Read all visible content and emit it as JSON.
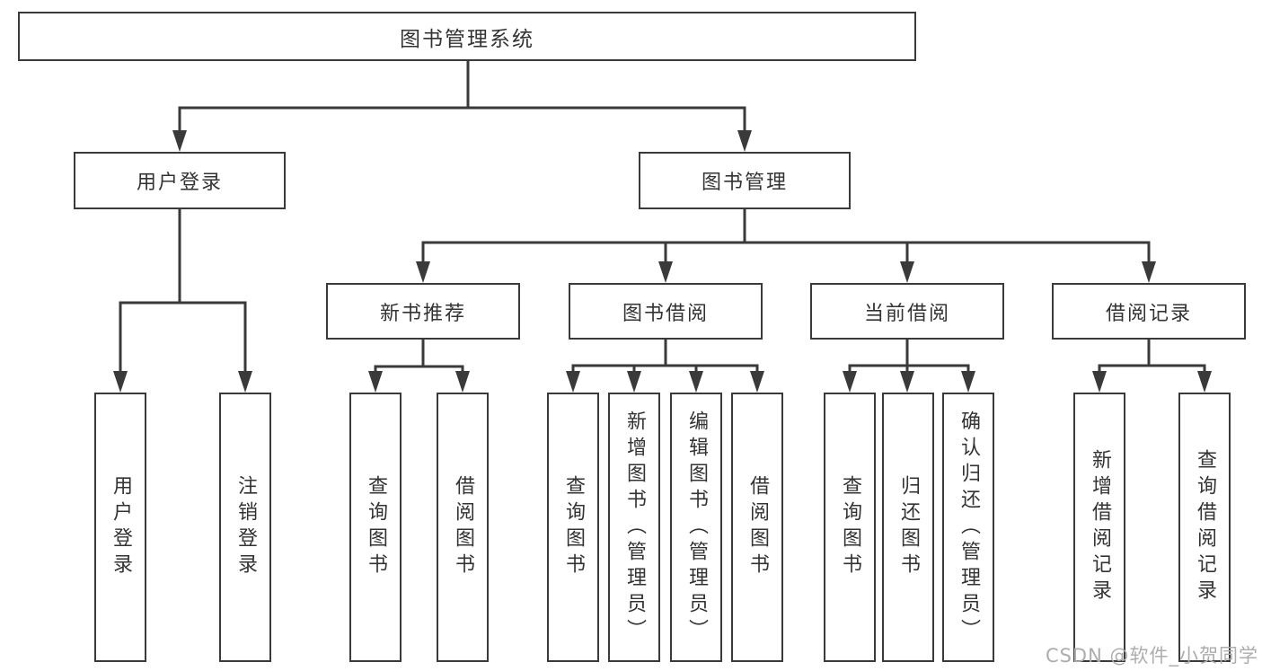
{
  "diagram": {
    "root": {
      "label": "图书管理系统"
    },
    "level2": {
      "user_login": {
        "label": "用户登录"
      },
      "book_management": {
        "label": "图书管理"
      }
    },
    "level3": {
      "new_book_recommend": {
        "label": "新书推荐"
      },
      "book_borrow": {
        "label": "图书借阅"
      },
      "current_borrow": {
        "label": "当前借阅"
      },
      "borrow_record": {
        "label": "借阅记录"
      }
    },
    "leaves": {
      "user_login_leaf": {
        "label": "用户登录"
      },
      "logout_leaf": {
        "label": "注销登录"
      },
      "recommend_query_book": {
        "label": "查询图书"
      },
      "recommend_borrow_book": {
        "label": "借阅图书"
      },
      "borrow_query_book": {
        "label": "查询图书"
      },
      "borrow_add_book": {
        "label": "新增图书（管理员）"
      },
      "borrow_edit_book": {
        "label": "编辑图书（管理员）"
      },
      "borrow_borrow_book": {
        "label": "借阅图书"
      },
      "current_query_book": {
        "label": "查询图书"
      },
      "current_return_book": {
        "label": "归还图书"
      },
      "current_confirm_return": {
        "label": "确认归还（管理员）"
      },
      "record_add": {
        "label": "新增借阅记录"
      },
      "record_query": {
        "label": "查询借阅记录"
      }
    },
    "hierarchy": {
      "图书管理系统": {
        "用户登录": [
          "用户登录",
          "注销登录"
        ],
        "图书管理": {
          "新书推荐": [
            "查询图书",
            "借阅图书"
          ],
          "图书借阅": [
            "查询图书",
            "新增图书（管理员）",
            "编辑图书（管理员）",
            "借阅图书"
          ],
          "当前借阅": [
            "查询图书",
            "归还图书",
            "确认归还（管理员）"
          ],
          "借阅记录": [
            "新增借阅记录",
            "查询借阅记录"
          ]
        }
      }
    },
    "watermark": "CSDN @软件_小贺同学",
    "colors": {
      "line": "#3a3a3a",
      "text": "#333333",
      "background": "#ffffff",
      "watermark": "#adadad"
    }
  }
}
